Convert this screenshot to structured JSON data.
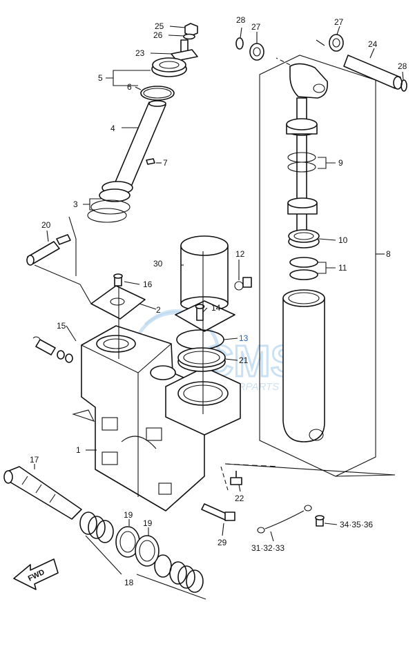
{
  "watermark": {
    "brand": "CMS",
    "sub": "MOTORPARTS",
    "color": "#b9d6ef"
  },
  "fwd_label": "FWD",
  "highlight_color": "#1c5fbf",
  "callouts": {
    "c1": "1",
    "c2": "2",
    "c3": "3",
    "c4": "4",
    "c5": "5",
    "c6": "6",
    "c7": "7",
    "c8": "8",
    "c9": "9",
    "c10": "10",
    "c11": "11",
    "c12": "12",
    "c13": "13",
    "c14": "14",
    "c15": "15",
    "c16": "16",
    "c17": "17",
    "c18": "18",
    "c19a": "19",
    "c19b": "19",
    "c20": "20",
    "c21": "21",
    "c22": "22",
    "c23": "23",
    "c24": "24",
    "c25": "25",
    "c26": "26",
    "c27a": "27",
    "c27b": "27",
    "c28a": "28",
    "c28b": "28",
    "c29": "29",
    "c30": "30",
    "c31": "31·32·33",
    "c34": "34·35·36"
  }
}
